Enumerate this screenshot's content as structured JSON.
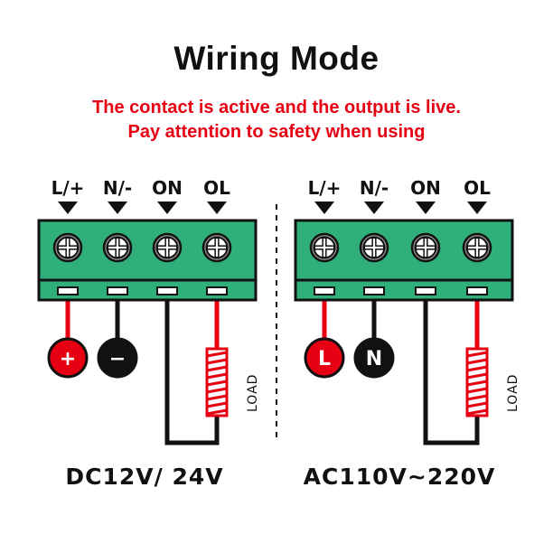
{
  "title": "Wiring Mode",
  "warning_line1": "The contact is active and the output is live.",
  "warning_line2": "Pay attention to safety when using",
  "terminal_labels": [
    "L/+",
    "N/-",
    "ON",
    "OL"
  ],
  "left_panel": {
    "voltage": "DC12V/ 24V",
    "pos_symbol": "+",
    "neg_symbol": "−"
  },
  "right_panel": {
    "voltage": "AC110V~220V",
    "l_symbol": "L",
    "n_symbol": "N"
  },
  "load_label": "LOAD",
  "colors": {
    "terminal_green": "#2fb07a",
    "wire_red": "#e60012",
    "wire_black": "#111111",
    "warning_red": "#e60012"
  }
}
